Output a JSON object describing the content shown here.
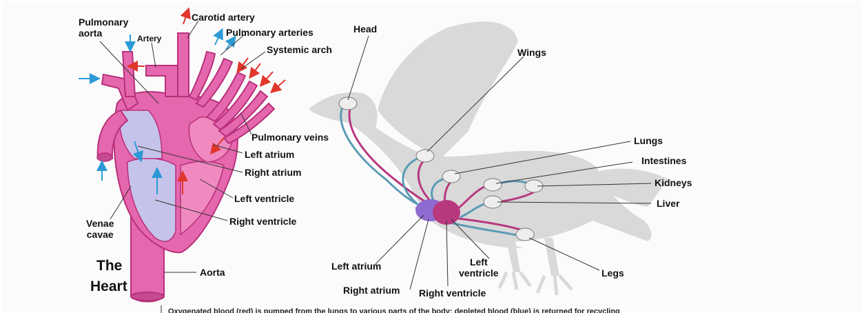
{
  "heart": {
    "title_line1": "The",
    "title_line2": "Heart",
    "labels": {
      "pulmonary_aorta": "Pulmonary\naorta",
      "artery": "Artery",
      "carotid_artery": "Carotid artery",
      "pulmonary_arteries": "Pulmonary arteries",
      "systemic_arch": "Systemic arch",
      "pulmonary_veins": "Pulmonary veins",
      "left_atrium": "Left atrium",
      "right_atrium": "Right atrium",
      "left_ventricle": "Left ventricle",
      "right_ventricle": "Right ventricle",
      "venae_cavae": "Venae\ncavae",
      "aorta": "Aorta"
    }
  },
  "bird": {
    "labels": {
      "head": "Head",
      "wings": "Wings",
      "lungs": "Lungs",
      "intestines": "Intestines",
      "kidneys": "Kidneys",
      "liver": "Liver",
      "legs": "Legs",
      "left_atrium": "Left atrium",
      "right_atrium": "Right atrium",
      "left_ventricle": "Left\nventricle",
      "right_ventricle": "Right ventricle"
    }
  },
  "caption": "Oxygenated blood (red) is pumped from the lungs to various parts of the body; depleted blood (blue) is returned for recycling",
  "colors": {
    "heart_pink": "#e567ad",
    "heart_dark": "#b8307a",
    "heart_inner": "#c6c3ea",
    "oxygenated_arrow": "#e0362c",
    "deoxygenated_arrow": "#2b9ad6",
    "bird_silhouette": "#d9d9d9",
    "vessel_red": "#b8387e",
    "vessel_blue": "#5a9bb4"
  }
}
